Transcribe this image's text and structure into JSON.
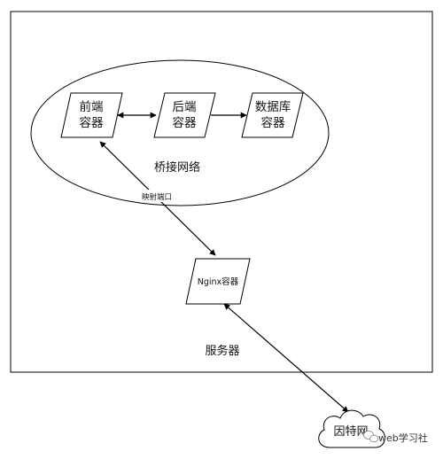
{
  "diagram": {
    "server": {
      "label": "服务器"
    },
    "bridge_network": {
      "label": "桥接网络"
    },
    "frontend": {
      "line1": "前端",
      "line2": "容器"
    },
    "backend": {
      "line1": "后端",
      "line2": "容器"
    },
    "database": {
      "line1": "数据库",
      "line2": "容器"
    },
    "nginx": {
      "label": "Nginx容器"
    },
    "port_mapping": {
      "label": "映射端口"
    },
    "internet": {
      "label": "因特网"
    }
  },
  "watermark": {
    "text": "web学习社",
    "icon": "wechat-icon"
  },
  "colors": {
    "stroke": "#000000",
    "text": "#111111",
    "background": "#ffffff"
  }
}
